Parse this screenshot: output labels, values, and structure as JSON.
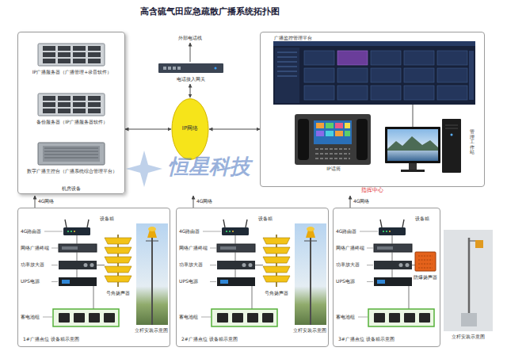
{
  "diagram": {
    "title": "高含硫气田应急疏散广播系统拓扑图",
    "nodes": [
      {
        "text": [
          "机房设备"
        ]
      },
      {
        "text": [
          "IP广播服务器（广播管理+录音软件）"
        ],
        "in": 0
      },
      {
        "text": [
          "备份服务器（IP广播服务器软件）"
        ],
        "in": 0
      },
      {
        "text": [
          "数字广播主控台（广播系统综合管理平台）"
        ],
        "in": 0
      },
      {
        "text": [
          "电话接入网关"
        ]
      },
      {
        "text": [
          "IP网络"
        ]
      },
      {
        "text": [
          "指挥中心"
        ]
      },
      {
        "text": [
          "广播监控管理平台"
        ],
        "in": 6
      },
      {
        "text": [
          "IP话筒"
        ],
        "in": 6
      },
      {
        "text": [
          "管理工作站"
        ],
        "in": 6
      },
      {
        "text": [
          "1#广播点位 设备箱示意图"
        ]
      },
      {
        "text": [
          "2#广播点位 设备箱示意图"
        ]
      },
      {
        "text": [
          "3#广播点位 设备箱示意图"
        ]
      }
    ],
    "edges": [
      {
        "from": 0,
        "to": 5,
        "arrow": "both"
      },
      {
        "from": 4,
        "to": 5,
        "arrow": "both"
      },
      {
        "from": 5,
        "to": 6,
        "arrow": "both"
      }
    ],
    "labels": [
      "外部电话线",
      "恒星科技",
      "4G网络",
      "设备箱",
      "4G路由器",
      "网络广播终端",
      "功率放大器",
      "UPS电源",
      "蓄电池组",
      "号角扬声器",
      "立杆安装示意图",
      "4G网络",
      "设备箱",
      "4G路由器",
      "网络广播终端",
      "功率放大器",
      "UPS电源",
      "蓄电池组",
      "号角扬声器",
      "立杆安装示意图",
      "4G网络",
      "设备箱",
      "4G路由器",
      "网络广播终端",
      "功率放大器",
      "UPS电源",
      "蓄电池组",
      "防爆扬声器",
      "立杆安装示意图"
    ]
  }
}
